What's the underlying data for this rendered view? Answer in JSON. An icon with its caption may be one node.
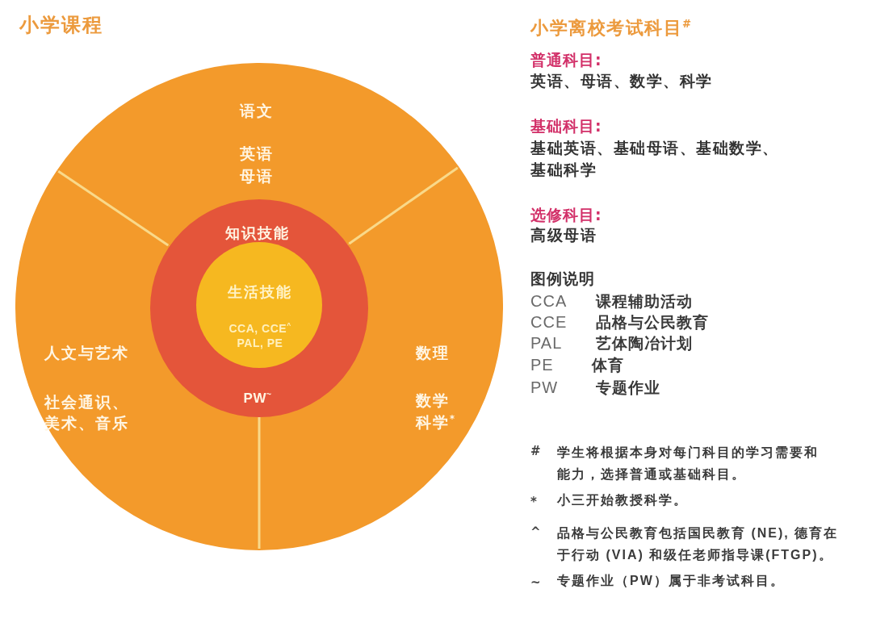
{
  "diagram": {
    "title": "小学课程",
    "nodes": [
      {
        "text": [
          "语文",
          "英语",
          "母语"
        ]
      },
      {
        "text": [
          "知识技能",
          "PW$^{~}$"
        ]
      },
      {
        "text": [
          "生活技能",
          "CCA, CCE$^{^}$ PAL, PE"
        ],
        "in": 1
      },
      {
        "text": [
          "人文与艺术",
          "社会通识、美术、音乐"
        ]
      },
      {
        "text": [
          "数理",
          "数学",
          "科学$^{*}$"
        ]
      }
    ],
    "labels": [
      "小学离校考试科目$^{#}$",
      "普通科目:",
      "英语、母语、数学、科学",
      "基础科目:",
      "基础英语、基础母语、基础数学、基础科学",
      "选修科目:",
      "高级母语",
      "图例说明",
      "CCA",
      "课程辅助活动",
      "CCE",
      "品格与公民教育",
      "PAL",
      "艺体陶冶计划",
      "PE",
      "体育",
      "PW",
      "专题作业",
      "#",
      "学生将根据本身对每门科目的学习需要和能力，选择普通或基础科目。",
      "*",
      "小三开始教授科学。",
      "^",
      "品格与公民教育包括国民教育 (NE), 德育在于行动 (VIA) 和级任老师指导课(FTGP)。",
      "~",
      "专题作业（PW）属于非考试科目。"
    ]
  }
}
